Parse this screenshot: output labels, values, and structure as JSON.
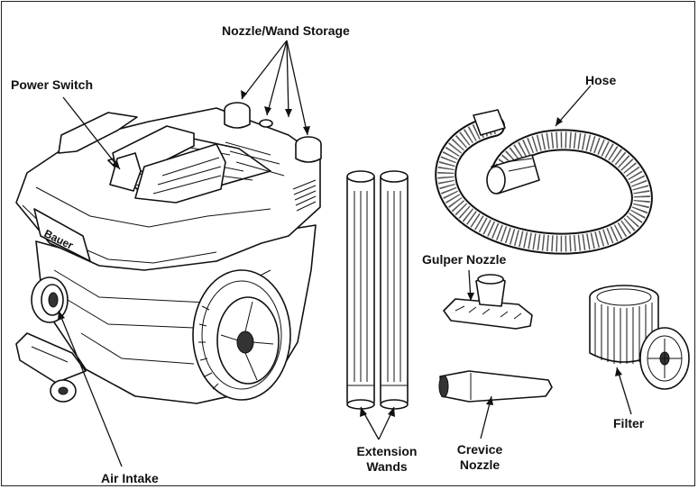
{
  "labels": {
    "nozzle_wand_storage": "Nozzle/Wand Storage",
    "power_switch": "Power Switch",
    "hose": "Hose",
    "gulper_nozzle": "Gulper Nozzle",
    "filter": "Filter",
    "extension_wands_1": "Extension",
    "extension_wands_2": "Wands",
    "crevice_nozzle_1": "Crevice",
    "crevice_nozzle_2": "Nozzle",
    "air_intake": "Air Intake",
    "brand": "Bauer"
  }
}
